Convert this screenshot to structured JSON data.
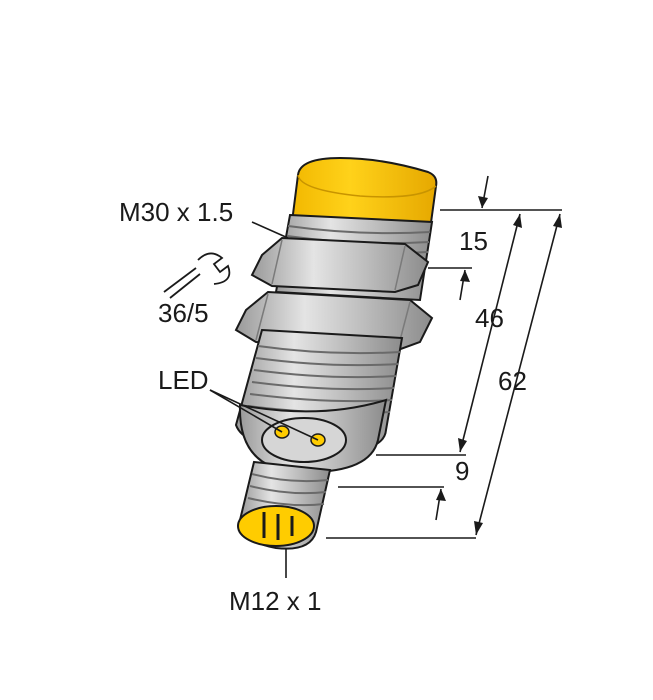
{
  "labels": {
    "thread_top": "M30 x 1.5",
    "wrench_size": "36/5",
    "led": "LED",
    "thread_bottom": "M12 x 1",
    "dim_15": "15",
    "dim_46": "46",
    "dim_62": "62",
    "dim_9": "9"
  },
  "colors": {
    "sensing_face": "#FFCC00",
    "body_metal": "#c8c8c8",
    "outline": "#1a1a1a",
    "led_color": "#FFCC00"
  },
  "icons": [
    "wrench-icon"
  ]
}
